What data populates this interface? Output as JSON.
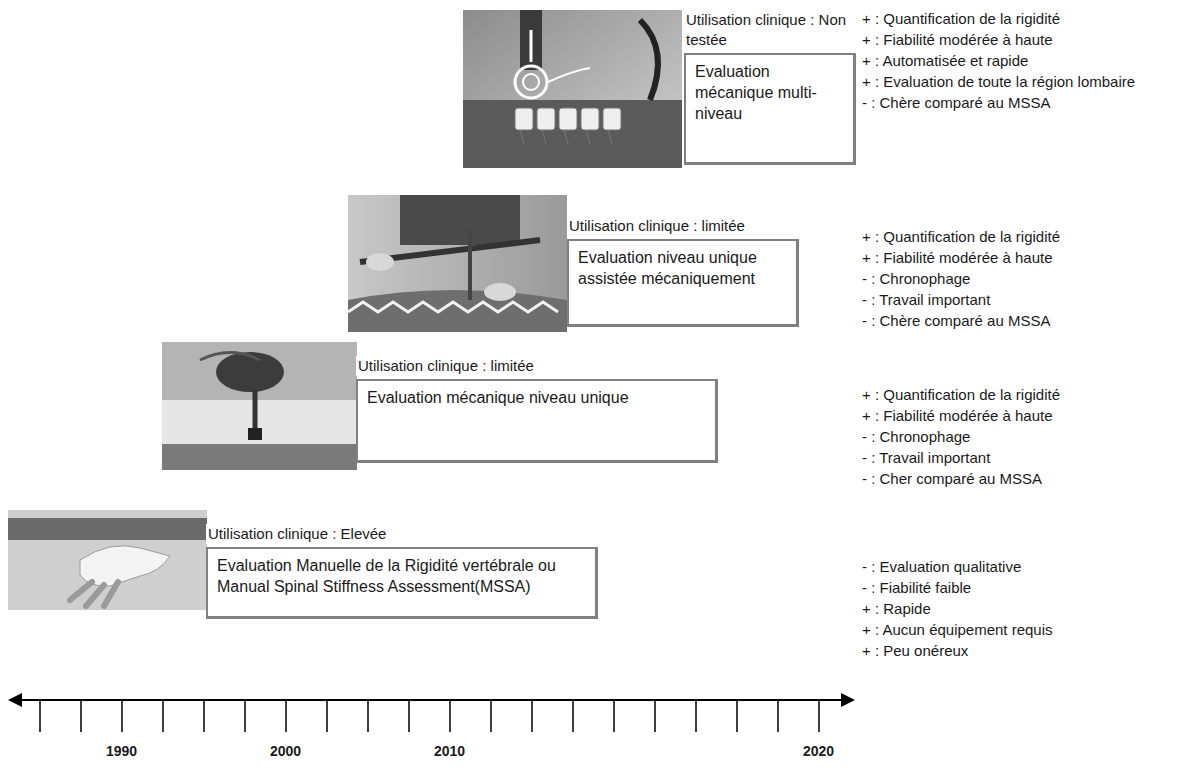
{
  "diagram": {
    "nodes": [
      {
        "text": [
          "Utilisation clinique : Non testée",
          "Evaluation mécanique multi-niveau"
        ]
      },
      {
        "text": [
          "Utilisation clinique : limitée",
          "Evaluation niveau unique assistée mécaniquement"
        ]
      },
      {
        "text": [
          "Utilisation clinique : limitée",
          "Evaluation mécanique niveau unique"
        ]
      },
      {
        "text": [
          "Utilisation clinique : Elevée",
          "Evaluation Manuelle de la Rigidité vertébrale ou Manual Spinal Stiffness Assessment(MSSA)"
        ]
      }
    ],
    "labels": [
      "+ : Quantification de la rigidité",
      "+ : Fiabilité modérée à haute",
      "+ : Automatisée et rapide",
      "+ : Evaluation de toute la région lombaire",
      "- : Chère comparé au MSSA",
      "+ : Quantification de la rigidité",
      "+ : Fiabilité modérée à haute",
      "- : Chronophage",
      "- : Travail important",
      "- : Chère comparé au MSSA",
      "+ : Quantification de la rigidité",
      "+ : Fiabilité modérée à haute",
      "- : Chronophage",
      "- : Travail important",
      "- : Cher comparé au MSSA",
      "- : Evaluation qualitative",
      "- : Fiabilité faible",
      "+ : Rapide",
      "+ : Aucun équipement requis",
      "+ : Peu onéreux",
      "1990",
      "2000",
      "2010",
      "2020"
    ]
  }
}
